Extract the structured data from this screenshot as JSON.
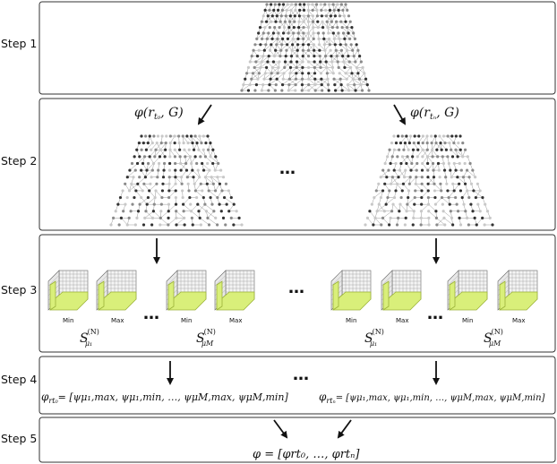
{
  "steps": {
    "s1": "Step 1",
    "s2": "Step 2",
    "s3": "Step 3",
    "s4": "Step 4",
    "s5": "Step 5"
  },
  "step2": {
    "phi_left": "φ(r",
    "phi_left_sub": "t₀",
    "phi_left_end": ", G)",
    "phi_right": "φ(r",
    "phi_right_sub": "tₙ",
    "phi_right_end": ", G)",
    "ellipsis": "…"
  },
  "step3": {
    "min_label": "Min",
    "max_label": "Max",
    "ellipsis": "…",
    "s_mu1": "S",
    "s_sup": "(N)",
    "mu1": "μ₁",
    "muM": "μM"
  },
  "step4": {
    "left_formula": "φ",
    "left_sub": "rt₀",
    "left_rhs": "= [ψμ₁,max, ψμ₁,min, …, ψμM,max, ψμM,min]",
    "right_formula": "φ",
    "right_sub": "rtₙ",
    "right_rhs": "= [ψμ₁,max, ψμ₁,min, …, ψμM,max, ψμM,min]",
    "ellipsis": "…"
  },
  "step5": {
    "formula": "φ = [φrt₀, …, φrtₙ]"
  },
  "colors": {
    "border": "#333333",
    "slab": "#d9ef7a",
    "slab_edge": "#9bb238",
    "grid": "#9a9a9a",
    "node_dark": "#333333",
    "node_mid": "#8a8a8a",
    "node_light": "#c8c8c8"
  }
}
